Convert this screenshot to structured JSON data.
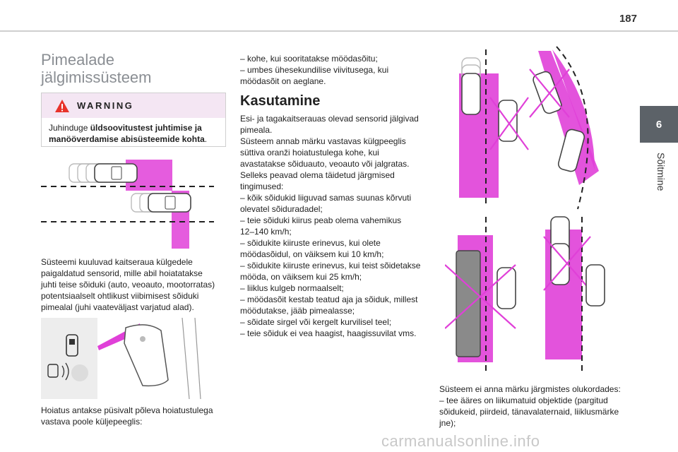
{
  "page_number": "187",
  "side_tab": {
    "chapter": "6",
    "label": "Sõitmine"
  },
  "title_line1": "Pimealade",
  "title_line2": "jälgimissüsteem",
  "warning": {
    "title": "WARNING",
    "text_pre": "Juhinduge ",
    "text_bold": "üldsoovitustest juhtimise ja manööverdamise abisüsteemide kohta",
    "text_post": "."
  },
  "left_para1": "Süsteemi kuuluvad kaitseraua külgedele\npaigaldatud sensorid, mille abil hoiatatakse\njuhti teise sõiduki (auto, veoauto, mootorratas)\npotentsiaalselt ohtlikust viibimisest sõiduki\npimealal (juhi vaateväljast varjatud alad).",
  "left_para2": "Hoiatus antakse püsivalt põleva hoiatustulega\nvastava poole küljepeeglis:",
  "mid_list_top": "–  kohe, kui sooritatakse möödasõitu;\n–  umbes ühesekundilise viivitusega, kui\nmöödasõit on aeglane.",
  "mid_heading": "Kasutamine",
  "mid_body": "Esi- ja tagakaitserauas olevad sensorid jälgivad\npimeala.\nSüsteem annab märku vastavas külgpeeglis\nsüttiva oranži hoiatustulega kohe, kui\navastatakse sõiduauto, veoauto või jalgratas.\nSelleks peavad olema täidetud järgmised\ntingimused:\n–  kõik sõidukid liiguvad samas suunas kõrvuti\nolevatel sõiduradadel;\n–  teie sõiduki kiirus peab olema vahemikus\n12–140 km/h;\n–  sõidukite kiiruste erinevus, kui olete\nmöödasõidul, on väiksem kui 10 km/h;\n–  sõidukite kiiruste erinevus, kui teist sõidetakse\nmööda, on väiksem kui 25 km/h;\n–  liiklus kulgeb normaalselt;\n–  möödasõit kestab teatud aja ja sõiduk, millest\nmöödutakse, jääb pimealasse;\n–  sõidate sirgel või kergelt kurvilisel teel;\n–  teie sõiduk ei vea haagist, haagissuvilat vms.",
  "right_para": "Süsteem ei anna märku järgmistes olukordades:\n–  tee ääres on liikumatuid objektide (pargitud\nsõidukeid, piirdeid, tänavalaternaid, liiklusmärke\njne);",
  "footer": "carmanualsonline.info",
  "colors": {
    "magenta": "#e040d8",
    "pink": "#f4e6f3",
    "tab": "#5c6268",
    "title_gray": "#8a8e93"
  },
  "icons": [
    "warning-icon",
    "mirror-warning-icon",
    "blind-spot-icon"
  ]
}
